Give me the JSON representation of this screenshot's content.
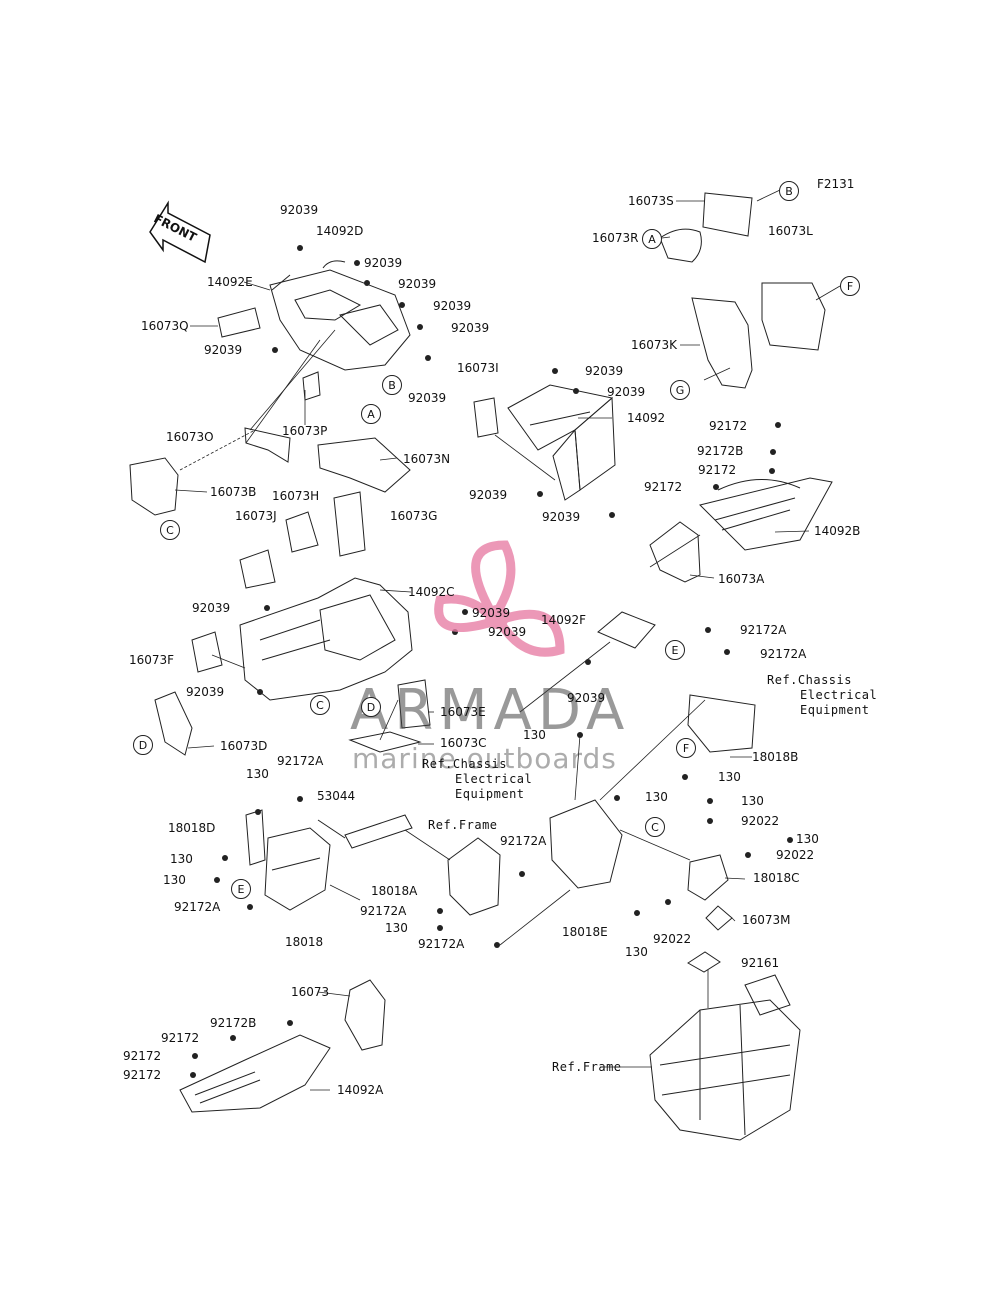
{
  "figure_code": "F2131",
  "front_arrow": "FRONT",
  "watermark": {
    "title": "ARMADA",
    "subtitle": "marine outboards",
    "accent": "#e87fa6"
  },
  "circle_letters": [
    "A",
    "B",
    "C",
    "D",
    "E",
    "F",
    "G"
  ],
  "parts": {
    "p16073S": "16073S",
    "p16073R": "16073R",
    "p16073L": "16073L",
    "p16073K": "16073K",
    "p92039": "92039",
    "p14092D": "14092D",
    "p14092E": "14092E",
    "p16073Q": "16073Q",
    "p16073O": "16073O",
    "p16073P": "16073P",
    "p16073N": "16073N",
    "p16073B": "16073B",
    "p16073I": "16073I",
    "p14092": "14092",
    "p92172": "92172",
    "p92172B": "92172B",
    "p14092B": "14092B",
    "p16073A": "16073A",
    "p16073H": "16073H",
    "p16073J": "16073J",
    "p16073G": "16073G",
    "p14092C": "14092C",
    "p14092F": "14092F",
    "p16073F": "16073F",
    "p16073E": "16073E",
    "p16073C": "16073C",
    "p16073D": "16073D",
    "p92172A": "92172A",
    "p18018B": "18018B",
    "p130": "130",
    "p53044": "53044",
    "p18018D": "18018D",
    "p18018": "18018",
    "p18018A": "18018A",
    "p18018E": "18018E",
    "p92022": "92022",
    "p18018C": "18018C",
    "p16073M": "16073M",
    "p92161": "92161",
    "p16073": "16073",
    "p14092A": "14092A"
  },
  "refs": {
    "chassis_elec": [
      "Ref.Chassis",
      "Electrical",
      "Equipment"
    ],
    "frame": "Ref.Frame"
  }
}
